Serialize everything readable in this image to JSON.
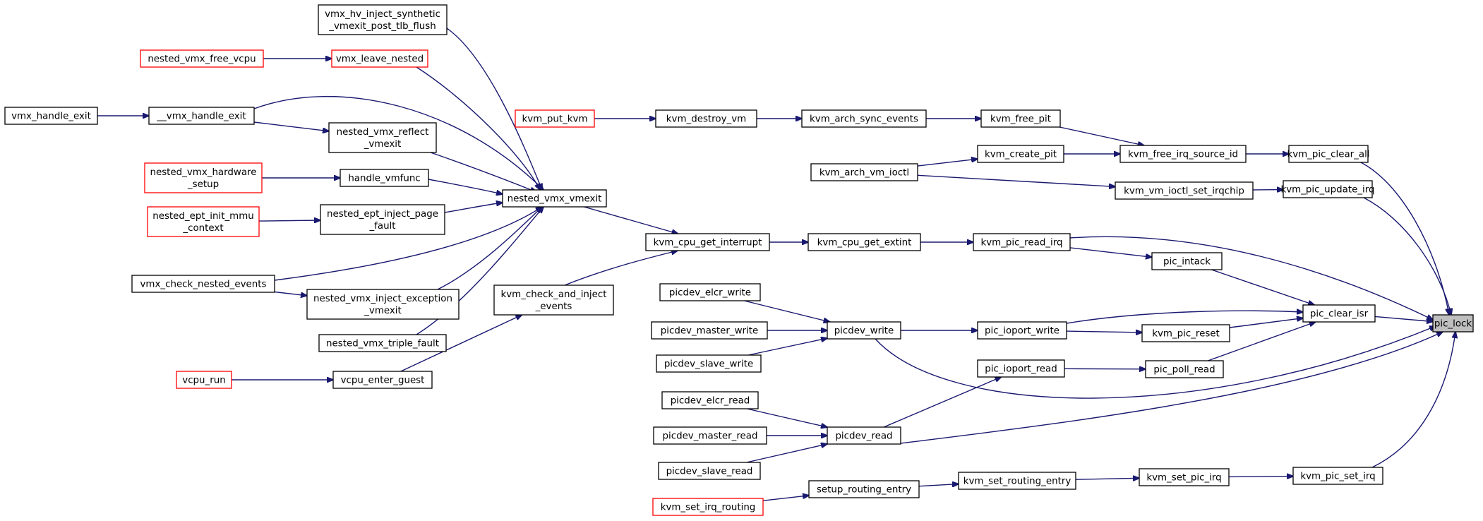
{
  "nodes": [
    {
      "id": "pic_lock",
      "lines": [
        "pic_lock"
      ],
      "style": "root"
    },
    {
      "id": "kvm_pic_clear_all",
      "lines": [
        "kvm_pic_clear_all"
      ],
      "style": "normal"
    },
    {
      "id": "kvm_pic_update_irq",
      "lines": [
        "kvm_pic_update_irq"
      ],
      "style": "normal"
    },
    {
      "id": "pic_clear_isr",
      "lines": [
        "pic_clear_isr"
      ],
      "style": "normal"
    },
    {
      "id": "kvm_pic_set_irq",
      "lines": [
        "kvm_pic_set_irq"
      ],
      "style": "normal"
    },
    {
      "id": "kvm_free_irq_source_id",
      "lines": [
        "kvm_free_irq_source_id"
      ],
      "style": "normal"
    },
    {
      "id": "kvm_vm_ioctl_set_irqchip",
      "lines": [
        "kvm_vm_ioctl_set_irqchip"
      ],
      "style": "normal"
    },
    {
      "id": "pic_intack",
      "lines": [
        "pic_intack"
      ],
      "style": "normal"
    },
    {
      "id": "kvm_pic_reset",
      "lines": [
        "kvm_pic_reset"
      ],
      "style": "normal"
    },
    {
      "id": "pic_poll_read",
      "lines": [
        "pic_poll_read"
      ],
      "style": "normal"
    },
    {
      "id": "kvm_set_pic_irq",
      "lines": [
        "kvm_set_pic_irq"
      ],
      "style": "normal"
    },
    {
      "id": "kvm_free_pit",
      "lines": [
        "kvm_free_pit"
      ],
      "style": "normal"
    },
    {
      "id": "kvm_create_pit",
      "lines": [
        "kvm_create_pit"
      ],
      "style": "normal"
    },
    {
      "id": "kvm_pic_read_irq",
      "lines": [
        "kvm_pic_read_irq"
      ],
      "style": "normal"
    },
    {
      "id": "pic_ioport_write",
      "lines": [
        "pic_ioport_write"
      ],
      "style": "normal"
    },
    {
      "id": "pic_ioport_read",
      "lines": [
        "pic_ioport_read"
      ],
      "style": "normal"
    },
    {
      "id": "kvm_set_routing_entry",
      "lines": [
        "kvm_set_routing_entry"
      ],
      "style": "normal"
    },
    {
      "id": "kvm_arch_sync_events",
      "lines": [
        "kvm_arch_sync_events"
      ],
      "style": "normal"
    },
    {
      "id": "kvm_arch_vm_ioctl",
      "lines": [
        "kvm_arch_vm_ioctl"
      ],
      "style": "normal"
    },
    {
      "id": "kvm_cpu_get_extint",
      "lines": [
        "kvm_cpu_get_extint"
      ],
      "style": "normal"
    },
    {
      "id": "picdev_write",
      "lines": [
        "picdev_write"
      ],
      "style": "normal"
    },
    {
      "id": "picdev_read",
      "lines": [
        "picdev_read"
      ],
      "style": "normal"
    },
    {
      "id": "setup_routing_entry",
      "lines": [
        "setup_routing_entry"
      ],
      "style": "normal"
    },
    {
      "id": "kvm_destroy_vm",
      "lines": [
        "kvm_destroy_vm"
      ],
      "style": "normal"
    },
    {
      "id": "kvm_cpu_get_interrupt",
      "lines": [
        "kvm_cpu_get_interrupt"
      ],
      "style": "normal"
    },
    {
      "id": "picdev_elcr_write",
      "lines": [
        "picdev_elcr_write"
      ],
      "style": "normal"
    },
    {
      "id": "picdev_master_write",
      "lines": [
        "picdev_master_write"
      ],
      "style": "normal"
    },
    {
      "id": "picdev_slave_write",
      "lines": [
        "picdev_slave_write"
      ],
      "style": "normal"
    },
    {
      "id": "picdev_elcr_read",
      "lines": [
        "picdev_elcr_read"
      ],
      "style": "normal"
    },
    {
      "id": "picdev_master_read",
      "lines": [
        "picdev_master_read"
      ],
      "style": "normal"
    },
    {
      "id": "picdev_slave_read",
      "lines": [
        "picdev_slave_read"
      ],
      "style": "normal"
    },
    {
      "id": "kvm_set_irq_routing",
      "lines": [
        "kvm_set_irq_routing"
      ],
      "style": "red"
    },
    {
      "id": "kvm_put_kvm",
      "lines": [
        "kvm_put_kvm"
      ],
      "style": "red"
    },
    {
      "id": "nested_vmx_vmexit",
      "lines": [
        "nested_vmx_vmexit"
      ],
      "style": "normal"
    },
    {
      "id": "kvm_check_and_inject_events",
      "lines": [
        "kvm_check_and_inject",
        "_events"
      ],
      "style": "normal"
    },
    {
      "id": "vmx_hv_inject_synthetic",
      "lines": [
        "vmx_hv_inject_synthetic",
        "_vmexit_post_tlb_flush"
      ],
      "style": "normal"
    },
    {
      "id": "vmx_leave_nested",
      "lines": [
        "vmx_leave_nested"
      ],
      "style": "red"
    },
    {
      "id": "nested_vmx_reflect_vmexit",
      "lines": [
        "nested_vmx_reflect",
        "_vmexit"
      ],
      "style": "normal"
    },
    {
      "id": "handle_vmfunc",
      "lines": [
        "handle_vmfunc"
      ],
      "style": "normal"
    },
    {
      "id": "nested_ept_inject_page_fault",
      "lines": [
        "nested_ept_inject_page",
        "_fault"
      ],
      "style": "normal"
    },
    {
      "id": "nested_vmx_inject_exception_vmexit",
      "lines": [
        "nested_vmx_inject_exception",
        "_vmexit"
      ],
      "style": "normal"
    },
    {
      "id": "nested_vmx_triple_fault",
      "lines": [
        "nested_vmx_triple_fault"
      ],
      "style": "normal"
    },
    {
      "id": "vcpu_enter_guest",
      "lines": [
        "vcpu_enter_guest"
      ],
      "style": "normal"
    },
    {
      "id": "__vmx_handle_exit",
      "lines": [
        "__vmx_handle_exit"
      ],
      "style": "normal"
    },
    {
      "id": "vmx_check_nested_events",
      "lines": [
        "vmx_check_nested_events"
      ],
      "style": "normal"
    },
    {
      "id": "nested_vmx_free_vcpu",
      "lines": [
        "nested_vmx_free_vcpu"
      ],
      "style": "red"
    },
    {
      "id": "nested_vmx_hardware_setup",
      "lines": [
        "nested_vmx_hardware",
        "_setup"
      ],
      "style": "red"
    },
    {
      "id": "nested_ept_init_mmu_context",
      "lines": [
        "nested_ept_init_mmu",
        "_context"
      ],
      "style": "red"
    },
    {
      "id": "vcpu_run",
      "lines": [
        "vcpu_run"
      ],
      "style": "red"
    },
    {
      "id": "vmx_handle_exit",
      "lines": [
        "vmx_handle_exit"
      ],
      "style": "normal"
    }
  ],
  "edges": [
    [
      "kvm_pic_clear_all",
      "pic_lock"
    ],
    [
      "kvm_pic_update_irq",
      "pic_lock"
    ],
    [
      "pic_clear_isr",
      "pic_lock"
    ],
    [
      "kvm_pic_read_irq",
      "pic_lock"
    ],
    [
      "pic_ioport_write",
      "pic_clear_isr"
    ],
    [
      "pic_intack",
      "pic_clear_isr"
    ],
    [
      "kvm_pic_reset",
      "pic_clear_isr"
    ],
    [
      "pic_poll_read",
      "pic_clear_isr"
    ],
    [
      "picdev_write",
      "pic_lock"
    ],
    [
      "picdev_read",
      "pic_lock"
    ],
    [
      "kvm_pic_set_irq",
      "pic_lock"
    ],
    [
      "kvm_free_irq_source_id",
      "kvm_pic_clear_all"
    ],
    [
      "kvm_vm_ioctl_set_irqchip",
      "kvm_pic_update_irq"
    ],
    [
      "kvm_set_pic_irq",
      "kvm_pic_set_irq"
    ],
    [
      "kvm_free_pit",
      "kvm_free_irq_source_id"
    ],
    [
      "kvm_create_pit",
      "kvm_free_irq_source_id"
    ],
    [
      "kvm_arch_vm_ioctl",
      "kvm_vm_ioctl_set_irqchip"
    ],
    [
      "kvm_pic_read_irq",
      "pic_intack"
    ],
    [
      "pic_ioport_write",
      "kvm_pic_reset"
    ],
    [
      "pic_ioport_read",
      "pic_poll_read"
    ],
    [
      "kvm_set_routing_entry",
      "kvm_set_pic_irq"
    ],
    [
      "kvm_arch_sync_events",
      "kvm_free_pit"
    ],
    [
      "kvm_arch_vm_ioctl",
      "kvm_create_pit"
    ],
    [
      "kvm_cpu_get_extint",
      "kvm_pic_read_irq"
    ],
    [
      "picdev_write",
      "pic_ioport_write"
    ],
    [
      "picdev_read",
      "pic_ioport_read"
    ],
    [
      "setup_routing_entry",
      "kvm_set_routing_entry"
    ],
    [
      "kvm_destroy_vm",
      "kvm_arch_sync_events"
    ],
    [
      "kvm_cpu_get_interrupt",
      "kvm_cpu_get_extint"
    ],
    [
      "picdev_elcr_write",
      "picdev_write"
    ],
    [
      "picdev_master_write",
      "picdev_write"
    ],
    [
      "picdev_slave_write",
      "picdev_write"
    ],
    [
      "picdev_elcr_read",
      "picdev_read"
    ],
    [
      "picdev_master_read",
      "picdev_read"
    ],
    [
      "picdev_slave_read",
      "picdev_read"
    ],
    [
      "kvm_set_irq_routing",
      "setup_routing_entry"
    ],
    [
      "kvm_put_kvm",
      "kvm_destroy_vm"
    ],
    [
      "nested_vmx_vmexit",
      "kvm_cpu_get_interrupt"
    ],
    [
      "kvm_check_and_inject_events",
      "kvm_cpu_get_interrupt"
    ],
    [
      "vmx_hv_inject_synthetic",
      "nested_vmx_vmexit"
    ],
    [
      "vmx_leave_nested",
      "nested_vmx_vmexit"
    ],
    [
      "__vmx_handle_exit",
      "nested_vmx_vmexit"
    ],
    [
      "nested_vmx_reflect_vmexit",
      "nested_vmx_vmexit"
    ],
    [
      "handle_vmfunc",
      "nested_vmx_vmexit"
    ],
    [
      "nested_ept_inject_page_fault",
      "nested_vmx_vmexit"
    ],
    [
      "vmx_check_nested_events",
      "nested_vmx_vmexit"
    ],
    [
      "nested_vmx_inject_exception_vmexit",
      "nested_vmx_vmexit"
    ],
    [
      "nested_vmx_triple_fault",
      "nested_vmx_vmexit"
    ],
    [
      "vcpu_enter_guest",
      "kvm_check_and_inject_events"
    ],
    [
      "nested_vmx_free_vcpu",
      "vmx_leave_nested"
    ],
    [
      "__vmx_handle_exit",
      "nested_vmx_reflect_vmexit"
    ],
    [
      "nested_vmx_hardware_setup",
      "handle_vmfunc"
    ],
    [
      "nested_ept_init_mmu_context",
      "nested_ept_inject_page_fault"
    ],
    [
      "vmx_check_nested_events",
      "nested_vmx_inject_exception_vmexit"
    ],
    [
      "vcpu_run",
      "vcpu_enter_guest"
    ],
    [
      "vmx_handle_exit",
      "__vmx_handle_exit"
    ]
  ]
}
